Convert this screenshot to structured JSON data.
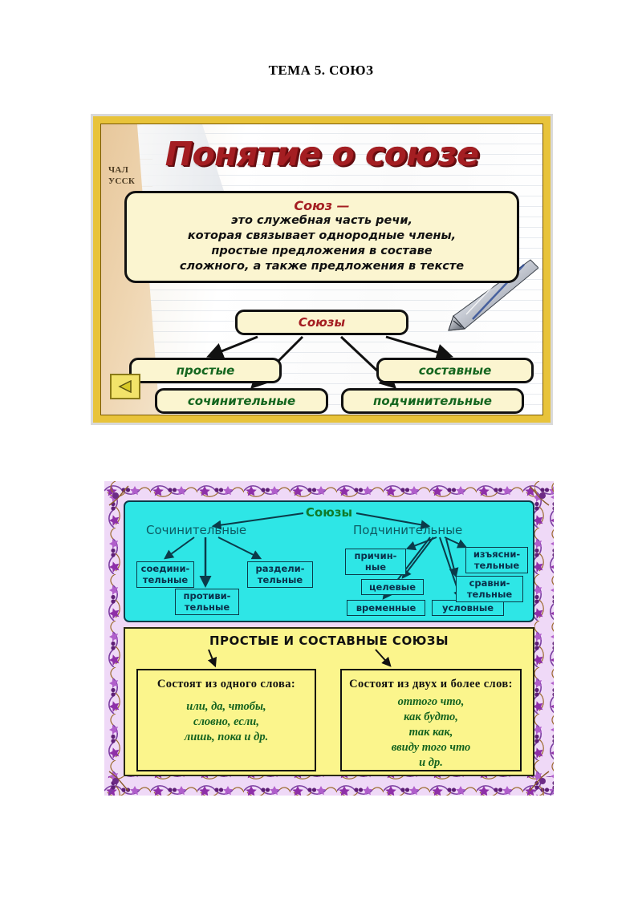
{
  "page": {
    "title": "ТЕМА 5. СОЮЗ"
  },
  "slide1": {
    "heading": "Понятие о союзе",
    "book_cover_line1": "ЧАЛ",
    "book_cover_line2": "УССК",
    "definition": {
      "term": "Союз —",
      "line1": "это служебная часть речи,",
      "line2": "которая связывает однородные члены,",
      "line3": "простые предложения в составе",
      "line4": "сложного, а также предложения в тексте"
    },
    "diagram": {
      "root": "Союзы",
      "nodes": [
        {
          "key": "prostye",
          "label": "простые"
        },
        {
          "key": "sostavnye",
          "label": "составные"
        },
        {
          "key": "sochinitelnye",
          "label": "сочинительные"
        },
        {
          "key": "podchinitelnye",
          "label": "подчинительные"
        }
      ]
    },
    "back_button": "back-arrow"
  },
  "slide2": {
    "cyan": {
      "root": "Союзы",
      "head_left": "Сочинительные",
      "head_right": "Подчинительные",
      "coordinating": [
        {
          "key": "soedinitelnye",
          "label": "соедини-\nтельные"
        },
        {
          "key": "protivitelnye",
          "label": "противи-\nтельные"
        },
        {
          "key": "razdelitelnye",
          "label": "раздели-\nтельные"
        }
      ],
      "subordinating": [
        {
          "key": "prichinnye",
          "label": "причин-\nные"
        },
        {
          "key": "celevye",
          "label": "целевые"
        },
        {
          "key": "vremennye",
          "label": "временные"
        },
        {
          "key": "uslovnye",
          "label": "условные"
        },
        {
          "key": "izyasnitelnye",
          "label": "изъясни-\nтельные"
        },
        {
          "key": "sravnitelnye",
          "label": "сравни-\nтельные"
        }
      ]
    },
    "table": {
      "title": "ПРОСТЫЕ И СОСТАВНЫЕ СОЮЗЫ",
      "left": {
        "head": "Состоят из\nодного слова:",
        "examples": "или, да, чтобы,\nсловно, если,\nлишь, пока и др."
      },
      "right": {
        "head": "Состоят из\nдвух и более\nслов:",
        "examples": "оттого что,\nкак будто,\nтак как,\nввиду того что\nи др."
      }
    }
  },
  "colors": {
    "title_red": "#a41e22",
    "node_green": "#15661f",
    "cream": "#fbf5d0",
    "gold_border": "#e8c33a",
    "cyan": "#2ee6e6",
    "yellow": "#fbf58c",
    "lavender": "#efd9f7",
    "teal_text": "#0d5a63"
  }
}
